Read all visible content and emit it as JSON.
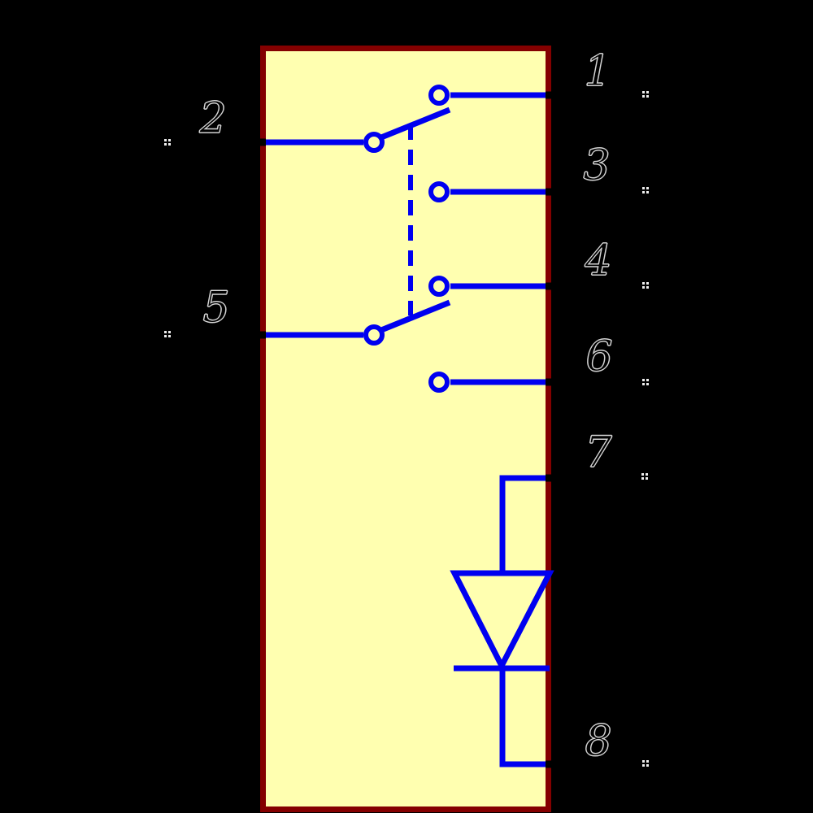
{
  "colors": {
    "background": "#000000",
    "body_fill": "#FFFFB0",
    "body_outline": "#840000",
    "wire": "#0000F0",
    "pin_joint": "#000000",
    "pin_label_outline": "#D8D8D8"
  },
  "icons": {
    "pin_name_marker": "four-dot-grid"
  },
  "component": {
    "kind": "relay-schematic-symbol",
    "elements": [
      "spdt-switch-upper",
      "spdt-switch-lower",
      "mechanical-linkage-dashed",
      "diode"
    ],
    "pins": [
      {
        "number": "1",
        "side": "right"
      },
      {
        "number": "2",
        "side": "left"
      },
      {
        "number": "3",
        "side": "right"
      },
      {
        "number": "4",
        "side": "right"
      },
      {
        "number": "5",
        "side": "left"
      },
      {
        "number": "6",
        "side": "right"
      },
      {
        "number": "7",
        "side": "right"
      },
      {
        "number": "8",
        "side": "right"
      }
    ]
  }
}
